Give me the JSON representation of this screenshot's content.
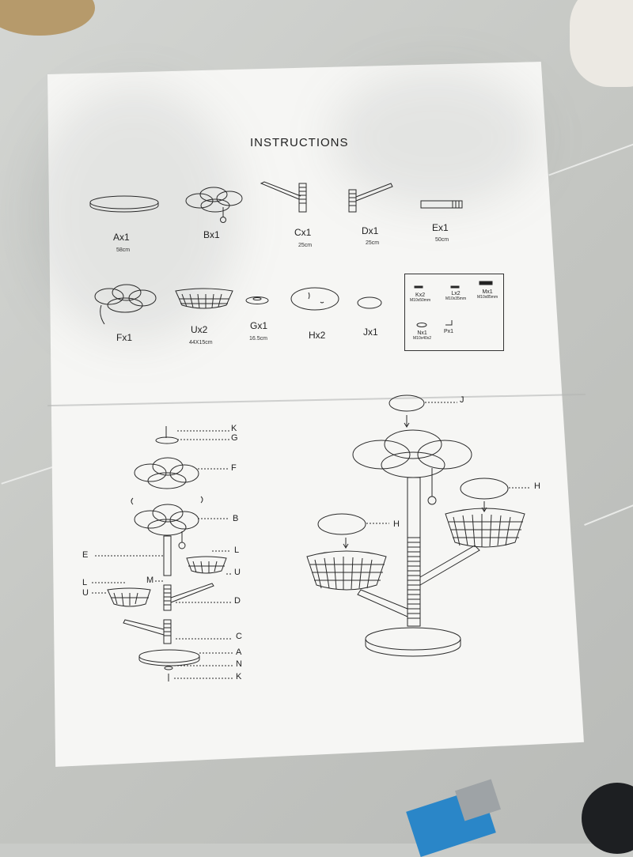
{
  "title": "INSTRUCTIONS",
  "parts": [
    {
      "label": "Ax1",
      "size": "58cm"
    },
    {
      "label": "Bx1",
      "size": ""
    },
    {
      "label": "Cx1",
      "size": "25cm"
    },
    {
      "label": "Dx1",
      "size": "25cm"
    },
    {
      "label": "Ex1",
      "size": "50cm"
    },
    {
      "label": "Fx1",
      "size": ""
    },
    {
      "label": "Ux2",
      "size": "44X15cm"
    },
    {
      "label": "Gx1",
      "size": "16.5cm"
    },
    {
      "label": "Hx2",
      "size": ""
    },
    {
      "label": "Jx1",
      "size": ""
    }
  ],
  "hardware": [
    {
      "label": "Kx2",
      "size": "M10x50mm"
    },
    {
      "label": "Lx2",
      "size": "M10x35mm"
    },
    {
      "label": "Mx1",
      "size": "M10x85mm"
    },
    {
      "label": "Nx1",
      "size": "M10x40x2"
    },
    {
      "label": "Px1",
      "size": ""
    }
  ],
  "exploded_labels": [
    "K",
    "G",
    "F",
    "B",
    "E",
    "L",
    "U",
    "L",
    "U",
    "M",
    "D",
    "C",
    "A",
    "N",
    "K"
  ],
  "assembled_labels": [
    "J",
    "H",
    "H"
  ]
}
